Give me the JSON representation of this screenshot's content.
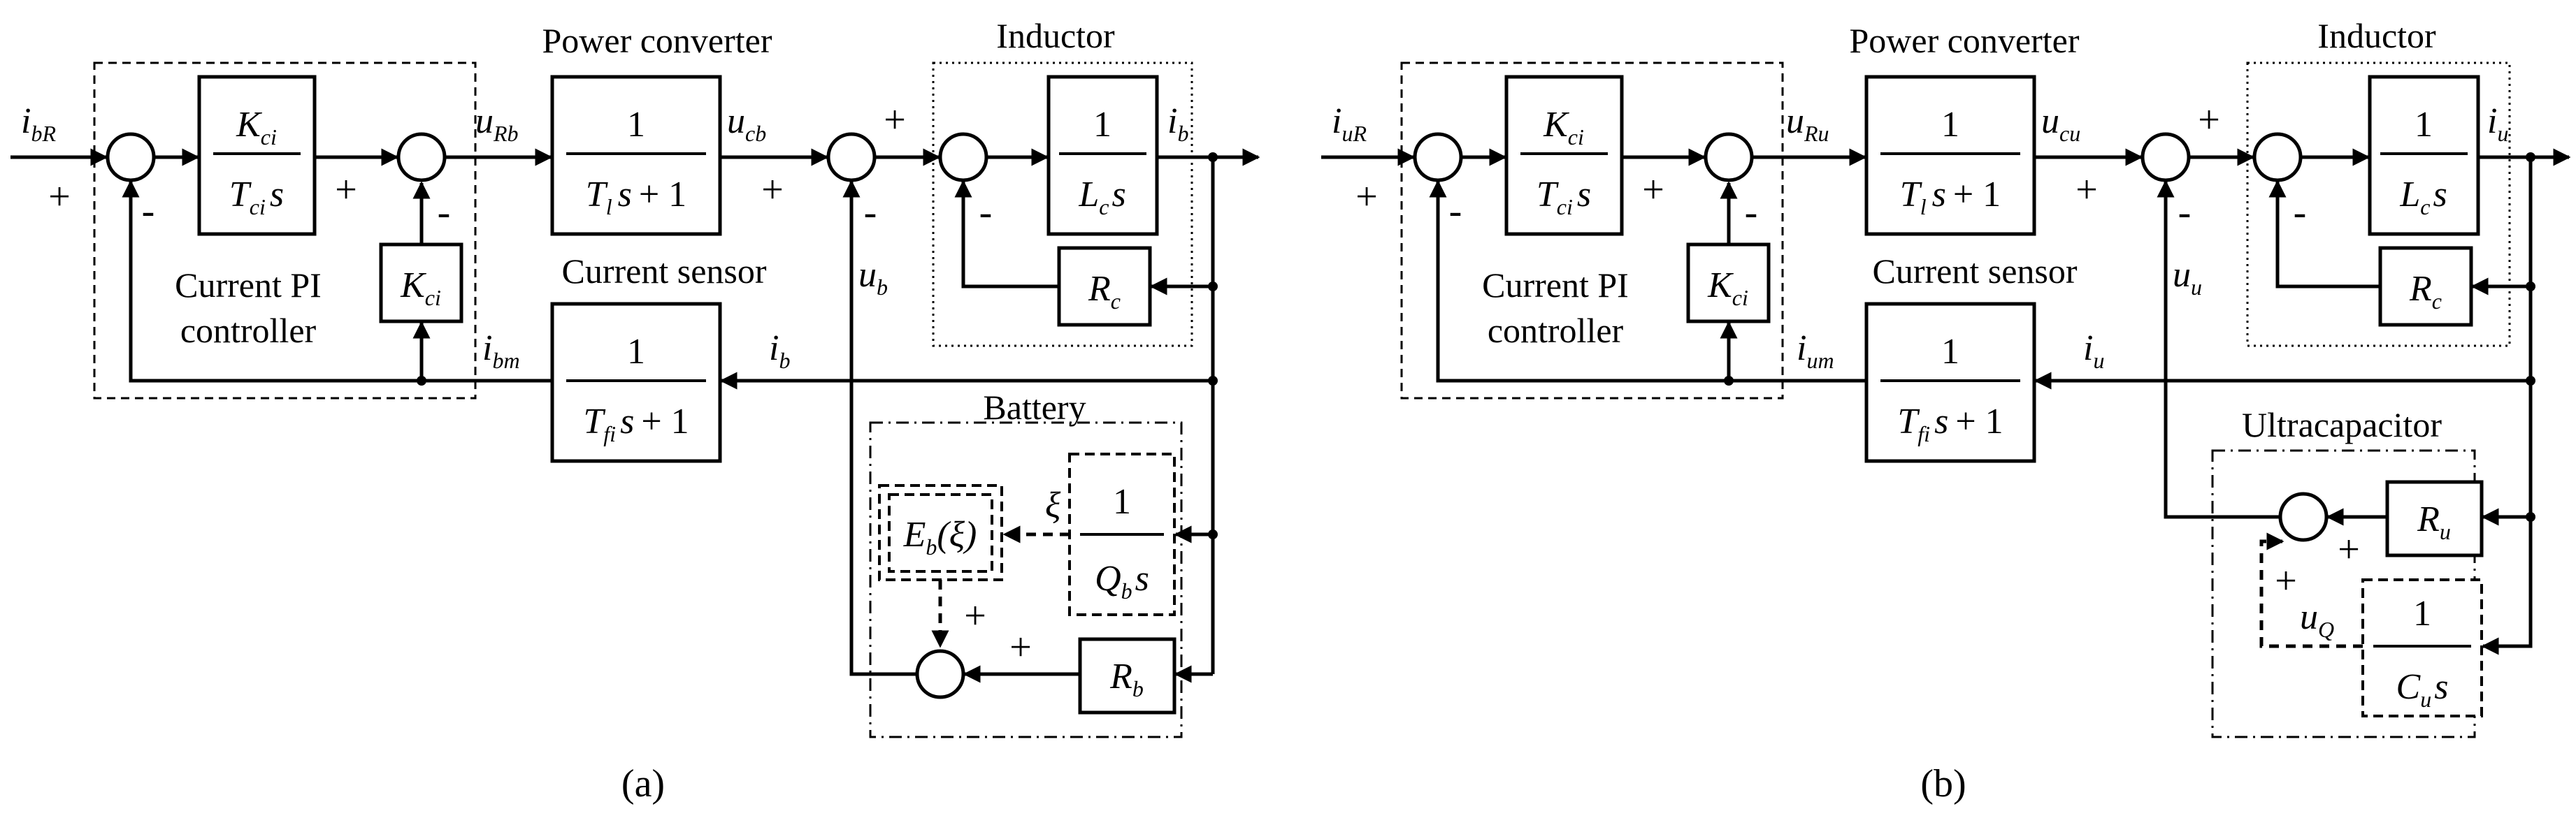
{
  "left": {
    "caption": "(a)",
    "blocks": {
      "power_converter": "Power converter",
      "inductor": "Inductor",
      "current_sensor": "Current sensor",
      "pi_controller_line1": "Current PI",
      "pi_controller_line2": "controller",
      "storage": "Battery"
    },
    "signals": {
      "ref": "i",
      "ref_sub": "bR",
      "u_ref": "u",
      "u_ref_sub": "Rb",
      "u_conv": "u",
      "u_conv_sub": "cb",
      "i_out": "i",
      "i_out_sub": "b",
      "i_fb": "i",
      "i_fb_sub": "b",
      "i_meas": "i",
      "i_meas_sub": "bm",
      "u_src": "u",
      "u_src_sub": "b",
      "xi": "ξ"
    },
    "tf": {
      "kci_num": "K",
      "kci_num_sub": "ci",
      "tci_den": "T",
      "tci_den_sub": "ci",
      "one": "1",
      "tl_den": "T",
      "tl_den_sub": "l",
      "lc_den": "L",
      "lc_den_sub": "c",
      "rc": "R",
      "rc_sub": "c",
      "kci_gain": "K",
      "kci_gain_sub": "ci",
      "tf_den": "T",
      "tf_den_sub": "fi",
      "qb_den": "Q",
      "qb_den_sub": "b",
      "eb": "E",
      "eb_sub": "b",
      "eb_arg": "(ξ)",
      "rb": "R",
      "rb_sub": "b",
      "s": "s",
      "plus_one": "+ 1"
    }
  },
  "right": {
    "caption": "(b)",
    "blocks": {
      "power_converter": "Power converter",
      "inductor": "Inductor",
      "current_sensor": "Current sensor",
      "pi_controller_line1": "Current PI",
      "pi_controller_line2": "controller",
      "storage": "Ultracapacitor"
    },
    "signals": {
      "ref": "i",
      "ref_sub": "uR",
      "u_ref": "u",
      "u_ref_sub": "Ru",
      "u_conv": "u",
      "u_conv_sub": "cu",
      "i_out": "i",
      "i_out_sub": "u",
      "i_fb": "i",
      "i_fb_sub": "u",
      "i_meas": "i",
      "i_meas_sub": "um",
      "u_src": "u",
      "u_src_sub": "u",
      "uq": "u",
      "uq_sub": "Q"
    },
    "tf": {
      "kci_num": "K",
      "kci_num_sub": "ci",
      "tci_den": "T",
      "tci_den_sub": "ci",
      "one": "1",
      "tl_den": "T",
      "tl_den_sub": "l",
      "lc_den": "L",
      "lc_den_sub": "c",
      "rc": "R",
      "rc_sub": "c",
      "kci_gain": "K",
      "kci_gain_sub": "ci",
      "tf_den": "T",
      "tf_den_sub": "fi",
      "ru": "R",
      "ru_sub": "u",
      "cu_den": "C",
      "cu_den_sub": "u",
      "s": "s",
      "plus_one": "+ 1"
    }
  },
  "signs": {
    "plus": "+",
    "minus": "-"
  }
}
